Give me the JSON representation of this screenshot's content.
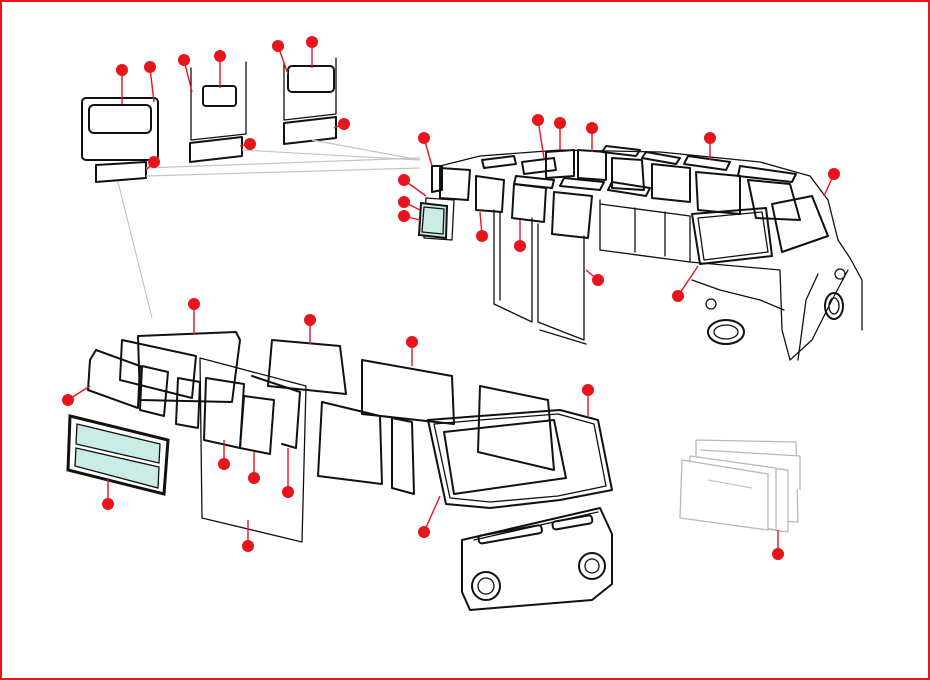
{
  "colors": {
    "frame": "#e8141c",
    "callout": "#e8141c",
    "outline": "#111111",
    "glass_tint": "#c9ece6",
    "faded_outline": "#b9b9b9"
  },
  "callouts": [
    {
      "id": 1
    },
    {
      "id": 2
    },
    {
      "id": 3
    },
    {
      "id": 4
    },
    {
      "id": 5
    },
    {
      "id": 6
    },
    {
      "id": 7
    },
    {
      "id": 8
    },
    {
      "id": 9
    },
    {
      "id": 10
    },
    {
      "id": 11
    },
    {
      "id": 12
    },
    {
      "id": 13
    },
    {
      "id": 14
    },
    {
      "id": 15
    },
    {
      "id": 16
    },
    {
      "id": 17
    },
    {
      "id": 18
    },
    {
      "id": 19
    },
    {
      "id": 20
    },
    {
      "id": 21
    },
    {
      "id": 22
    },
    {
      "id": 23
    },
    {
      "id": 24
    },
    {
      "id": 25
    },
    {
      "id": 26
    },
    {
      "id": 27
    },
    {
      "id": 28
    },
    {
      "id": 29
    },
    {
      "id": 30
    }
  ]
}
